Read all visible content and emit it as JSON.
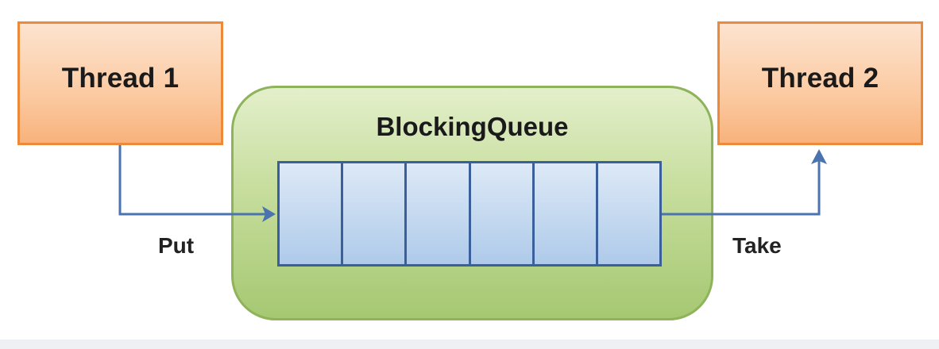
{
  "thread_1": {
    "label": "Thread 1"
  },
  "thread_2": {
    "label": "Thread 2"
  },
  "queue": {
    "title": "BlockingQueue",
    "slot_count": 6
  },
  "edges": {
    "put": "Put",
    "take": "Take"
  },
  "colors": {
    "thread_fill": "#fbcaa1",
    "thread_border": "#ec8a3a",
    "queue_fill": "#c6dd9c",
    "queue_border": "#8fb35a",
    "slot_fill": "#c6daf0",
    "slot_border": "#3a5f9a",
    "arrow": "#4a73b0"
  }
}
